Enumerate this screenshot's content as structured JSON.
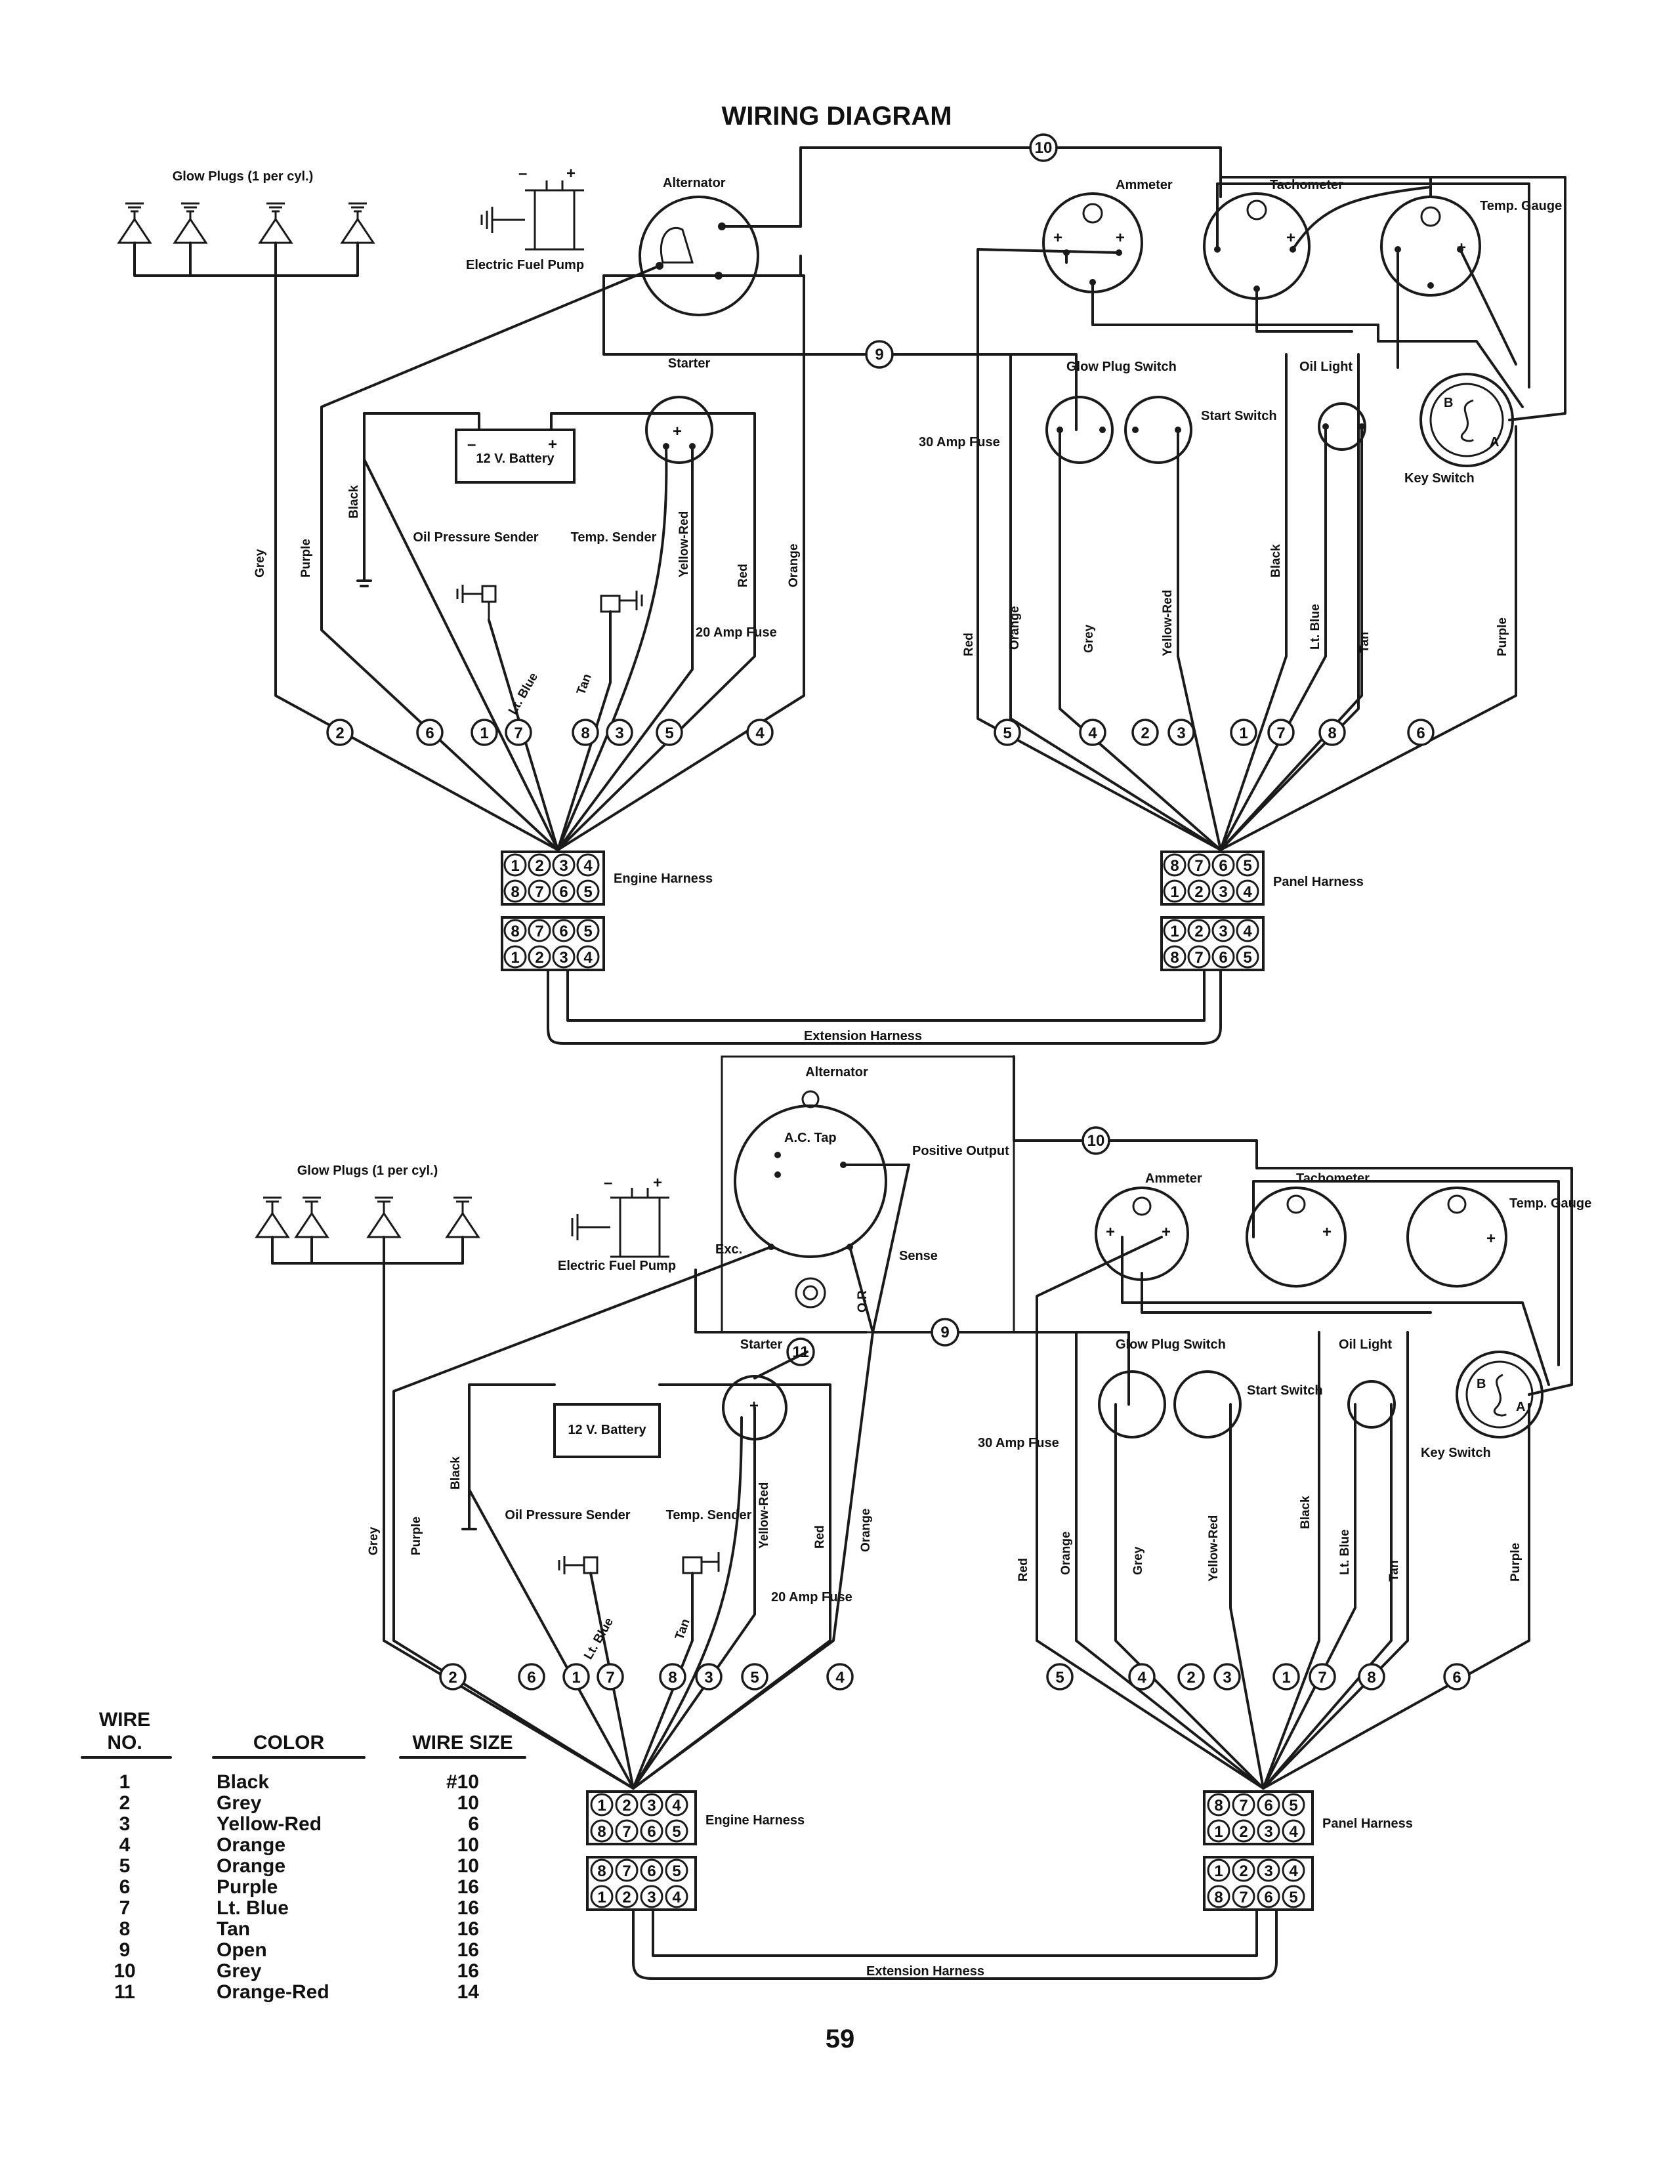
{
  "title": "WIRING DIAGRAM",
  "page_number": "59",
  "diagram_top": {
    "glow_plugs": "Glow Plugs (1 per cyl.)",
    "fuel_pump": "Electric Fuel Pump",
    "alternator": "Alternator",
    "battery": "12 V. Battery",
    "oil_sender": "Oil Pressure Sender",
    "temp_sender": "Temp. Sender",
    "fuse_20": "20 Amp Fuse",
    "starter": "Starter",
    "ammeter": "Ammeter",
    "tachometer": "Tachometer",
    "temp_gauge": "Temp. Gauge",
    "glow_switch": "Glow Plug Switch",
    "start_switch": "Start Switch",
    "oil_light": "Oil Light",
    "key_switch": "Key Switch",
    "fuse_30": "30 Amp Fuse",
    "engine_harness": "Engine Harness",
    "panel_harness": "Panel Harness",
    "extension_harness": "Extension Harness",
    "engine_wires": [
      "Grey",
      "Purple",
      "Black",
      "Lt. Blue",
      "Tan",
      "Yellow-Red",
      "Red",
      "Orange"
    ],
    "panel_wires": [
      "Red",
      "Orange",
      "Grey",
      "Yellow-Red",
      "Black",
      "Lt. Blue",
      "Tan",
      "Purple"
    ],
    "engine_nodes": [
      "2",
      "6",
      "1",
      "7",
      "8",
      "3",
      "5",
      "4"
    ],
    "panel_nodes": [
      "5",
      "4",
      "2",
      "3",
      "1",
      "7",
      "8",
      "6"
    ],
    "node_10": "10",
    "node_9": "9"
  },
  "diagram_bottom": {
    "glow_plugs": "Glow Plugs (1 per cyl.)",
    "fuel_pump": "Electric Fuel Pump",
    "alternator": "Alternator",
    "ac_tap": "A.C. Tap",
    "positive_output": "Positive Output",
    "exc": "Exc.",
    "sense": "Sense",
    "or": "O.R",
    "battery": "12 V. Battery",
    "oil_sender": "Oil Pressure Sender",
    "temp_sender": "Temp. Sender",
    "fuse_20": "20 Amp Fuse",
    "starter": "Starter",
    "ammeter": "Ammeter",
    "tachometer": "Tachometer",
    "temp_gauge": "Temp. Gauge",
    "glow_switch": "Glow Plug Switch",
    "start_switch": "Start Switch",
    "oil_light": "Oil Light",
    "key_switch": "Key Switch",
    "fuse_30": "30 Amp Fuse",
    "engine_harness": "Engine Harness",
    "panel_harness": "Panel Harness",
    "extension_harness": "Extension Harness",
    "node_10": "10",
    "node_9": "9",
    "node_11": "11"
  },
  "connector_pins": {
    "row_a": [
      "1",
      "2",
      "3",
      "4"
    ],
    "row_b": [
      "8",
      "7",
      "6",
      "5"
    ]
  },
  "legend": {
    "headers": {
      "wire_no": "WIRE NO.",
      "color": "COLOR",
      "size": "WIRE SIZE"
    },
    "rows": [
      {
        "no": "1",
        "color": "Black",
        "size": "#10"
      },
      {
        "no": "2",
        "color": "Grey",
        "size": "10"
      },
      {
        "no": "3",
        "color": "Yellow-Red",
        "size": "6"
      },
      {
        "no": "4",
        "color": "Orange",
        "size": "10"
      },
      {
        "no": "5",
        "color": "Orange",
        "size": "10"
      },
      {
        "no": "6",
        "color": "Purple",
        "size": "16"
      },
      {
        "no": "7",
        "color": "Lt. Blue",
        "size": "16"
      },
      {
        "no": "8",
        "color": "Tan",
        "size": "16"
      },
      {
        "no": "9",
        "color": "Open",
        "size": "16"
      },
      {
        "no": "10",
        "color": "Grey",
        "size": "16"
      },
      {
        "no": "11",
        "color": "Orange-Red",
        "size": "14"
      }
    ]
  }
}
